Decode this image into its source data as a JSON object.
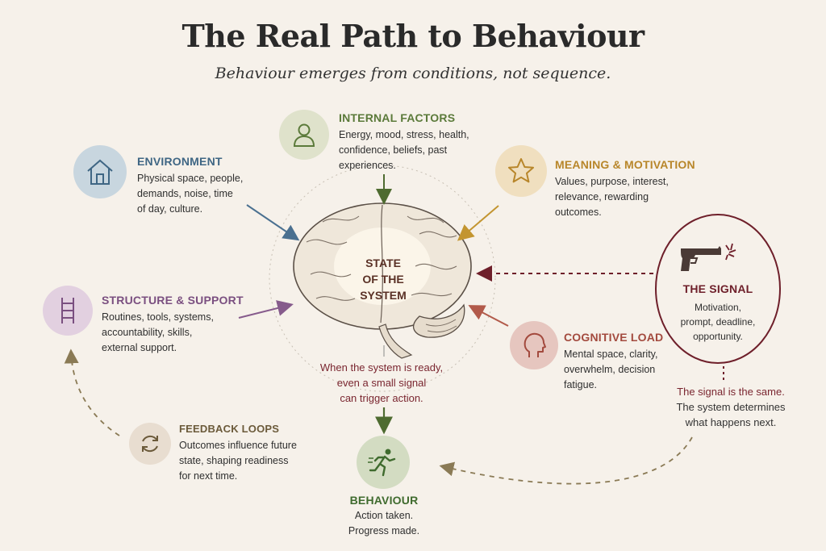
{
  "title": "The Real Path to Behaviour",
  "subtitle": "Behaviour emerges from conditions, not sequence.",
  "center": {
    "line1": "STATE",
    "line2": "OF THE",
    "line3": "SYSTEM"
  },
  "internal": {
    "title": "INTERNAL FACTORS",
    "desc": [
      "Energy, mood, stress, health,",
      "confidence, beliefs, past",
      "experiences."
    ],
    "icon": "person-icon",
    "color": "#5b7a3a"
  },
  "environment": {
    "title": "ENVIRONMENT",
    "desc": [
      "Physical space, people,",
      "demands, noise, time",
      "of day, culture."
    ],
    "icon": "house-icon",
    "color": "#3f6684"
  },
  "meaning": {
    "title": "MEANING & MOTIVATION",
    "desc": [
      "Values, purpose, interest,",
      "relevance, rewarding",
      "outcomes."
    ],
    "icon": "star-icon",
    "color": "#b8862a"
  },
  "structure": {
    "title": "STRUCTURE & SUPPORT",
    "desc": [
      "Routines, tools, systems,",
      "accountability, skills,",
      "external support."
    ],
    "icon": "ladder-icon",
    "color": "#7a4f80"
  },
  "cognitive": {
    "title": "COGNITIVE LOAD",
    "desc": [
      "Mental space, clarity,",
      "overwhelm, decision",
      "fatigue."
    ],
    "icon": "head-icon",
    "color": "#a34a3e"
  },
  "signal": {
    "title": "THE SIGNAL",
    "desc": [
      "Motivation,",
      "prompt, deadline,",
      "opportunity."
    ],
    "icon": "signal-gun-icon",
    "color": "#6e1f2a"
  },
  "feedback": {
    "title": "FEEDBACK LOOPS",
    "desc": [
      "Outcomes influence future",
      "state, shaping readiness",
      "for next time."
    ],
    "icon": "cycle-arrows-icon",
    "color": "#6b5a3a"
  },
  "behaviour": {
    "title": "BEHAVIOUR",
    "desc": [
      "Action taken.",
      "Progress made."
    ],
    "icon": "running-person-icon",
    "color": "#3f6b2e"
  },
  "ready_note": [
    "When the system is ready,",
    "even a small signal",
    "can trigger action."
  ],
  "same_note": [
    "The signal is the same.",
    "The system determines",
    "what happens next."
  ]
}
